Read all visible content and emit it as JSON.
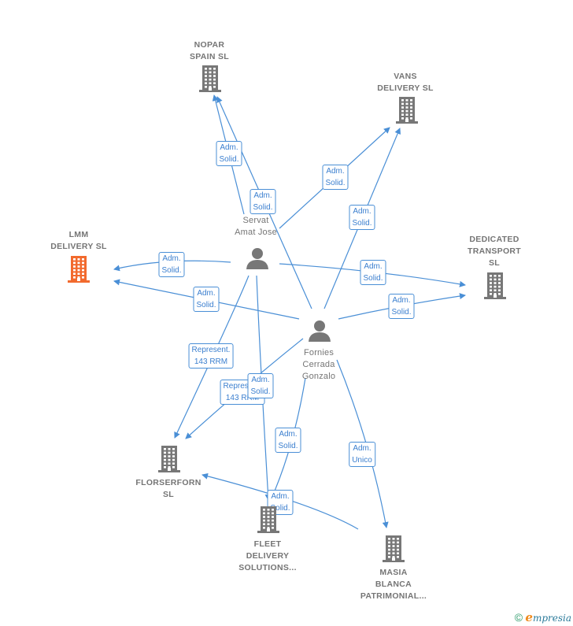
{
  "colors": {
    "edge": "#4a8fd6",
    "building": "#777777",
    "focus_building": "#f26a2e",
    "person": "#777777",
    "label": "#757575"
  },
  "nodes": [
    {
      "id": "nopar",
      "kind": "company",
      "lines": [
        "NOPAR",
        "SPAIN SL"
      ]
    },
    {
      "id": "vans",
      "kind": "company",
      "lines": [
        "VANS",
        "DELIVERY  SL"
      ]
    },
    {
      "id": "lmm",
      "kind": "company",
      "focus": true,
      "lines": [
        "LMM",
        "DELIVERY  SL"
      ]
    },
    {
      "id": "dedicated",
      "kind": "company",
      "lines": [
        "DEDICATED",
        "TRANSPORT",
        "SL"
      ]
    },
    {
      "id": "servat",
      "kind": "person",
      "lines": [
        "Servat",
        "Amat Jose"
      ]
    },
    {
      "id": "fornies",
      "kind": "person",
      "lines": [
        "Fornies",
        "Cerrada",
        "Gonzalo"
      ]
    },
    {
      "id": "florserforn",
      "kind": "company",
      "lines": [
        "FLORSERFORN",
        "SL"
      ]
    },
    {
      "id": "fleet",
      "kind": "company",
      "lines": [
        "FLEET",
        "DELIVERY",
        "SOLUTIONS..."
      ]
    },
    {
      "id": "masia",
      "kind": "company",
      "lines": [
        "MASIA",
        "BLANCA",
        "PATRIMONIAL..."
      ]
    }
  ],
  "edges": [
    {
      "from": "servat",
      "to": "nopar",
      "label": [
        "Adm.",
        "Solid."
      ]
    },
    {
      "from": "fornies",
      "to": "nopar",
      "label": [
        "Adm.",
        "Solid."
      ]
    },
    {
      "from": "servat",
      "to": "vans",
      "label": [
        "Adm.",
        "Solid."
      ]
    },
    {
      "from": "fornies",
      "to": "vans",
      "label": [
        "Adm.",
        "Solid."
      ]
    },
    {
      "from": "servat",
      "to": "lmm",
      "label": [
        "Adm.",
        "Solid."
      ]
    },
    {
      "from": "fornies",
      "to": "lmm",
      "label": [
        "Adm.",
        "Solid."
      ]
    },
    {
      "from": "servat",
      "to": "dedicated",
      "label": [
        "Adm.",
        "Solid."
      ]
    },
    {
      "from": "fornies",
      "to": "dedicated",
      "label": [
        "Adm.",
        "Solid."
      ]
    },
    {
      "from": "servat",
      "to": "florserforn",
      "label": [
        "Represent.",
        "143 RRM"
      ]
    },
    {
      "from": "fornies",
      "to": "florserforn",
      "label": [
        "Represent.",
        "143 RRM"
      ]
    },
    {
      "from": "servat",
      "to": "fleet",
      "label": [
        "Adm.",
        "Solid."
      ]
    },
    {
      "from": "fornies",
      "to": "fleet",
      "label": [
        "Adm.",
        "Solid."
      ]
    },
    {
      "from": "fornies",
      "to": "masia",
      "label": [
        "Adm.",
        "Unico"
      ]
    },
    {
      "from": "masia",
      "to": "florserforn",
      "label": [
        "Adm.",
        "Solid."
      ]
    }
  ],
  "footer": {
    "copyright": "©",
    "brand_first": "e",
    "brand_rest": "mpresia"
  }
}
